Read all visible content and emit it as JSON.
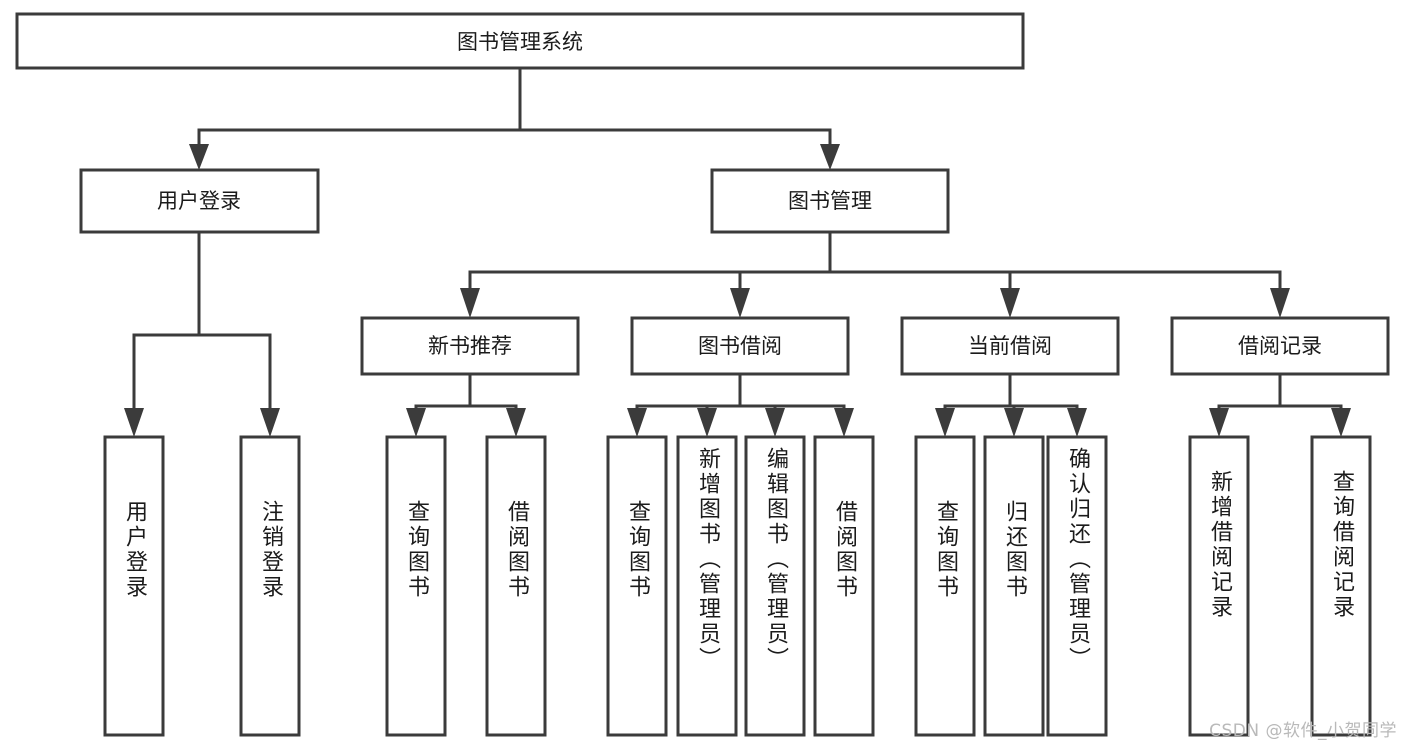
{
  "diagram": {
    "type": "tree",
    "title": "图书管理系统",
    "watermark": "CSDN @软件_小贺同学",
    "root": {
      "id": "root",
      "label": "图书管理系统",
      "orientation": "horizontal"
    },
    "level2": [
      {
        "id": "user-login",
        "label": "用户登录",
        "orientation": "horizontal"
      },
      {
        "id": "book-manage",
        "label": "图书管理",
        "orientation": "horizontal"
      }
    ],
    "level3": [
      {
        "id": "new-book-recommend",
        "label": "新书推荐",
        "parent": "book-manage",
        "orientation": "horizontal"
      },
      {
        "id": "book-borrow",
        "label": "图书借阅",
        "parent": "book-manage",
        "orientation": "horizontal"
      },
      {
        "id": "current-borrow",
        "label": "当前借阅",
        "parent": "book-manage",
        "orientation": "horizontal"
      },
      {
        "id": "borrow-record",
        "label": "借阅记录",
        "parent": "book-manage",
        "orientation": "horizontal"
      }
    ],
    "leaves": [
      {
        "id": "leaf-user-login",
        "label": "用户登录",
        "parent": "user-login",
        "orientation": "vertical"
      },
      {
        "id": "leaf-user-logout",
        "label": "注销登录",
        "parent": "user-login",
        "orientation": "vertical"
      },
      {
        "id": "leaf-query-book-1",
        "label": "查询图书",
        "parent": "new-book-recommend",
        "orientation": "vertical"
      },
      {
        "id": "leaf-borrow-book-1",
        "label": "借阅图书",
        "parent": "new-book-recommend",
        "orientation": "vertical"
      },
      {
        "id": "leaf-query-book-2",
        "label": "查询图书",
        "parent": "book-borrow",
        "orientation": "vertical"
      },
      {
        "id": "leaf-add-book",
        "label": "新增图书（管理员）",
        "parent": "book-borrow",
        "orientation": "vertical"
      },
      {
        "id": "leaf-edit-book",
        "label": "编辑图书（管理员）",
        "parent": "book-borrow",
        "orientation": "vertical"
      },
      {
        "id": "leaf-borrow-book-2",
        "label": "借阅图书",
        "parent": "book-borrow",
        "orientation": "vertical"
      },
      {
        "id": "leaf-query-book-3",
        "label": "查询图书",
        "parent": "current-borrow",
        "orientation": "vertical"
      },
      {
        "id": "leaf-return-book",
        "label": "归还图书",
        "parent": "current-borrow",
        "orientation": "vertical"
      },
      {
        "id": "leaf-confirm-return",
        "label": "确认归还（管理员）",
        "parent": "current-borrow",
        "orientation": "vertical"
      },
      {
        "id": "leaf-add-record",
        "label": "新增借阅记录",
        "parent": "borrow-record",
        "orientation": "vertical"
      },
      {
        "id": "leaf-query-record",
        "label": "查询借阅记录",
        "parent": "borrow-record",
        "orientation": "vertical"
      }
    ],
    "colors": {
      "box_stroke": "#3b3b3b",
      "box_fill": "#ffffff",
      "line": "#3b3b3b",
      "text": "#1b1b1b",
      "watermark": "#b9b9b9",
      "background": "#ffffff"
    }
  }
}
